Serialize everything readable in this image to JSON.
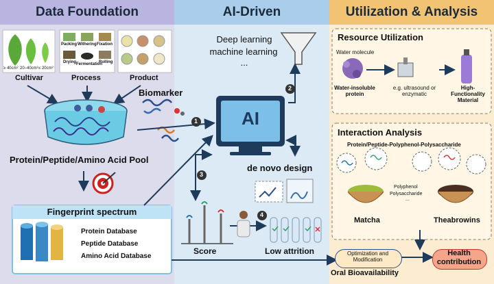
{
  "headers": {
    "left": "Data Foundation",
    "middle": "AI-Driven",
    "right": "Utilization & Analysis"
  },
  "left": {
    "leaf_sizes": [
      "≥ 40cm²",
      "20–40cm²",
      "≤ 20cm²"
    ],
    "process_steps": [
      "Packing",
      "Withering",
      "Fixation",
      "Drying",
      "Fermentation",
      "Rolling"
    ],
    "cultivar": "Cultivar",
    "process": "Process",
    "product": "Product",
    "biomarker": "Biomarker",
    "pool": "Protein/Peptide/Amino Acid Pool",
    "fingerprint_title": "Fingerprint spectrum",
    "databases": [
      "Protein Database",
      "Peptide Database",
      "Amino Acid Database"
    ]
  },
  "middle": {
    "dl_line1": "Deep learning",
    "dl_line2": "machine learning",
    "dl_line3": "...",
    "ai": "AI",
    "de_novo": "de novo design",
    "score": "Score",
    "low_attrition": "Low attrition",
    "steps": [
      "1",
      "2",
      "3",
      "4"
    ]
  },
  "right": {
    "resource_title": "Resource Utilization",
    "water_molecule": "Water molecule",
    "insoluble": "Water-insoluble protein",
    "eg": "e.g. ultrasound or enzymatic",
    "high_func": "High-Functionality Material",
    "interaction_title": "Interaction Analysis",
    "interaction_sub": "Protein/Peptide-Polyphenol-Polysaccharide",
    "polyphenol": "Polyphenol",
    "polysaccharide": "Polysaccharide",
    "ellipsis": "...",
    "matcha": "Matcha",
    "theabrowins": "Theabrowins",
    "optimization": "Optimization and Modification",
    "oral": "Oral Bioavailability",
    "health": "Health contribution"
  },
  "colors": {
    "left_bg": "#dcdcec",
    "left_hdr": "#b9b4e0",
    "mid_bg": "#dceaf6",
    "mid_hdr": "#a9cdea",
    "right_bg": "#fbecd2",
    "right_hdr": "#f2c372",
    "health_bg": "#f4a58a",
    "optim_bg": "#fde9c6"
  }
}
